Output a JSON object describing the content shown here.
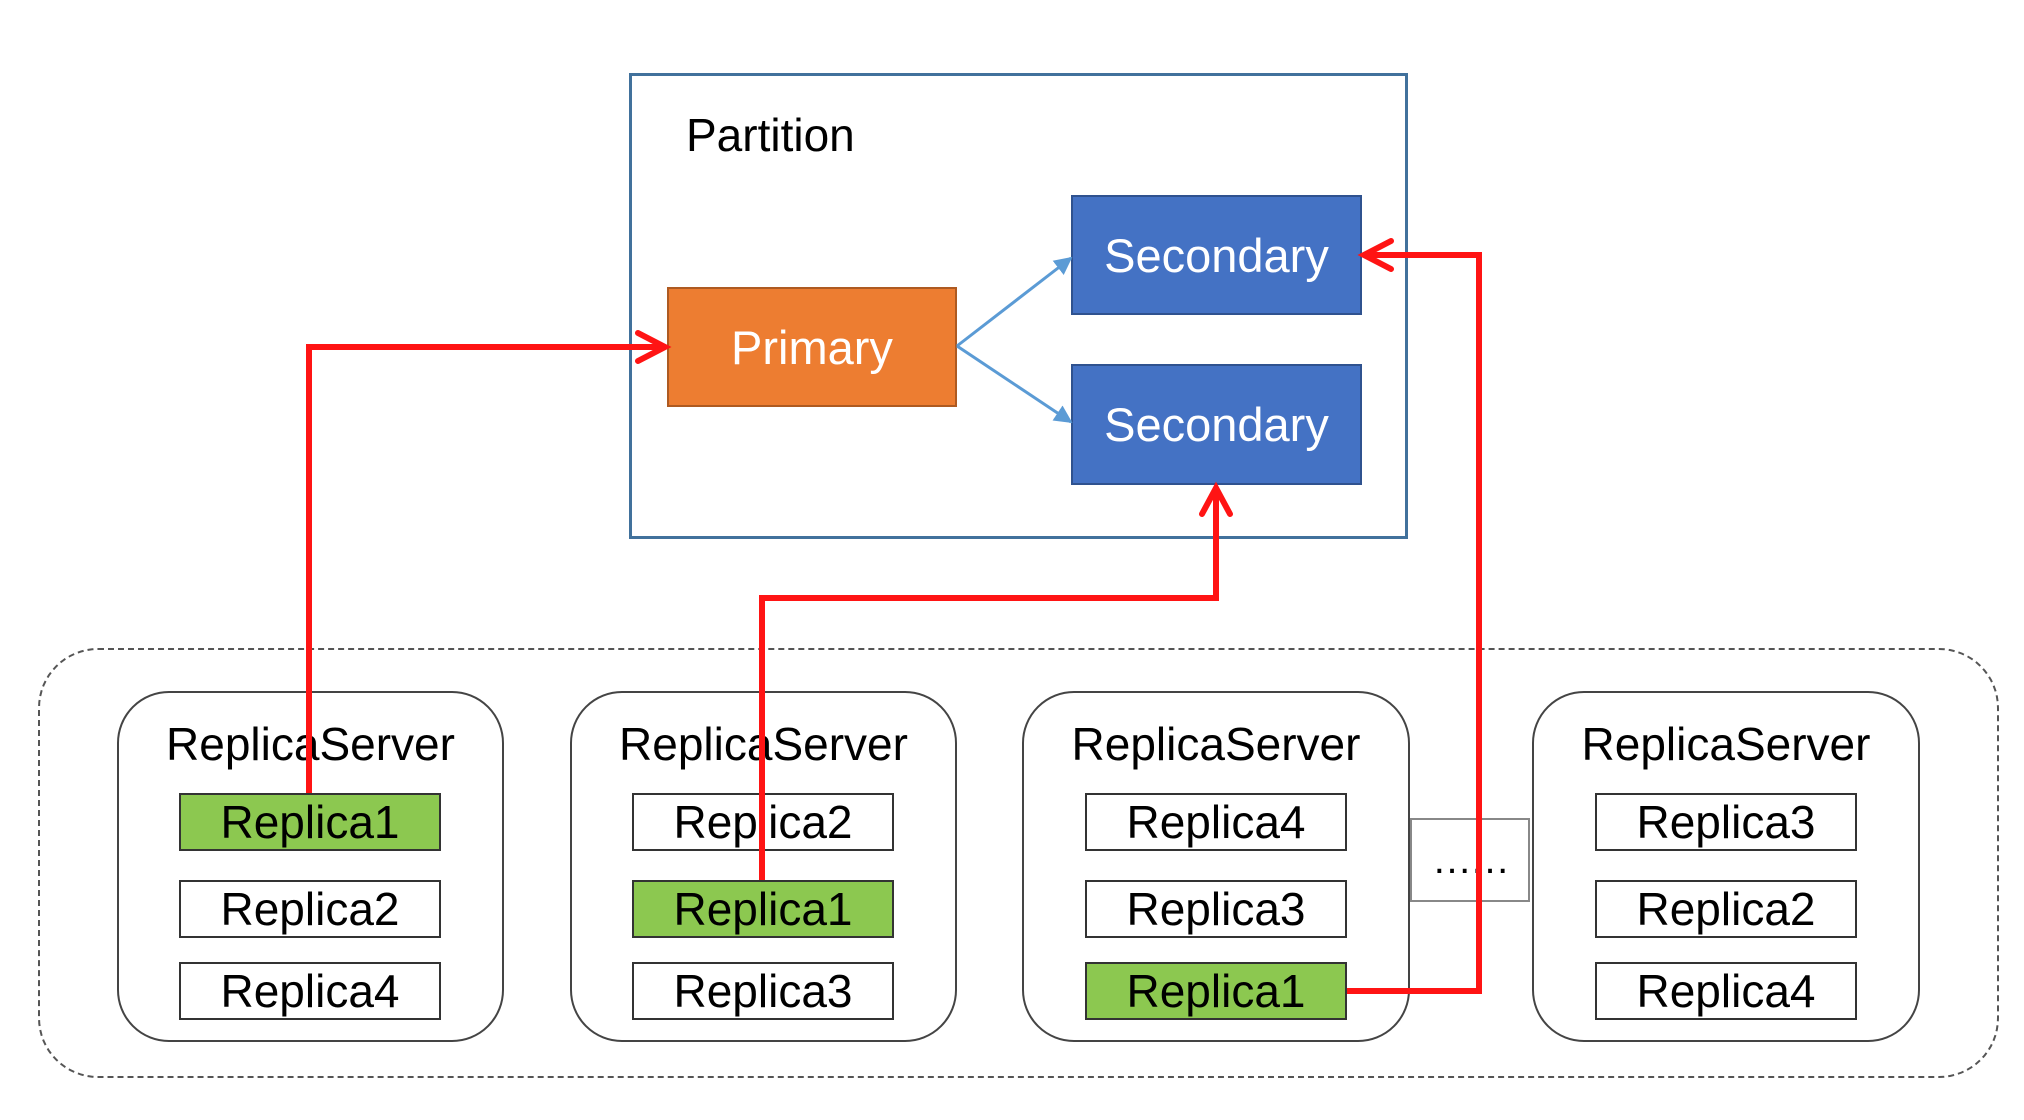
{
  "partition": {
    "title": "Partition",
    "primary": "Primary",
    "secondary_top": "Secondary",
    "secondary_bottom": "Secondary"
  },
  "servers": [
    {
      "title": "ReplicaServer",
      "replicas": [
        "Replica1",
        "Replica2",
        "Replica4"
      ]
    },
    {
      "title": "ReplicaServer",
      "replicas": [
        "Replica2",
        "Replica1",
        "Replica3"
      ]
    },
    {
      "title": "ReplicaServer",
      "replicas": [
        "Replica4",
        "Replica3",
        "Replica1"
      ]
    },
    {
      "title": "ReplicaServer",
      "replicas": [
        "Replica3",
        "Replica2",
        "Replica4"
      ]
    }
  ],
  "ellipsis": "……",
  "colors": {
    "primary": "#ed7d31",
    "secondary": "#4472c4",
    "highlighted_replica": "#8cc850",
    "link_arrow": "#ff0000",
    "replication_arrow": "#5b9bd5",
    "partition_border": "#41719c"
  }
}
